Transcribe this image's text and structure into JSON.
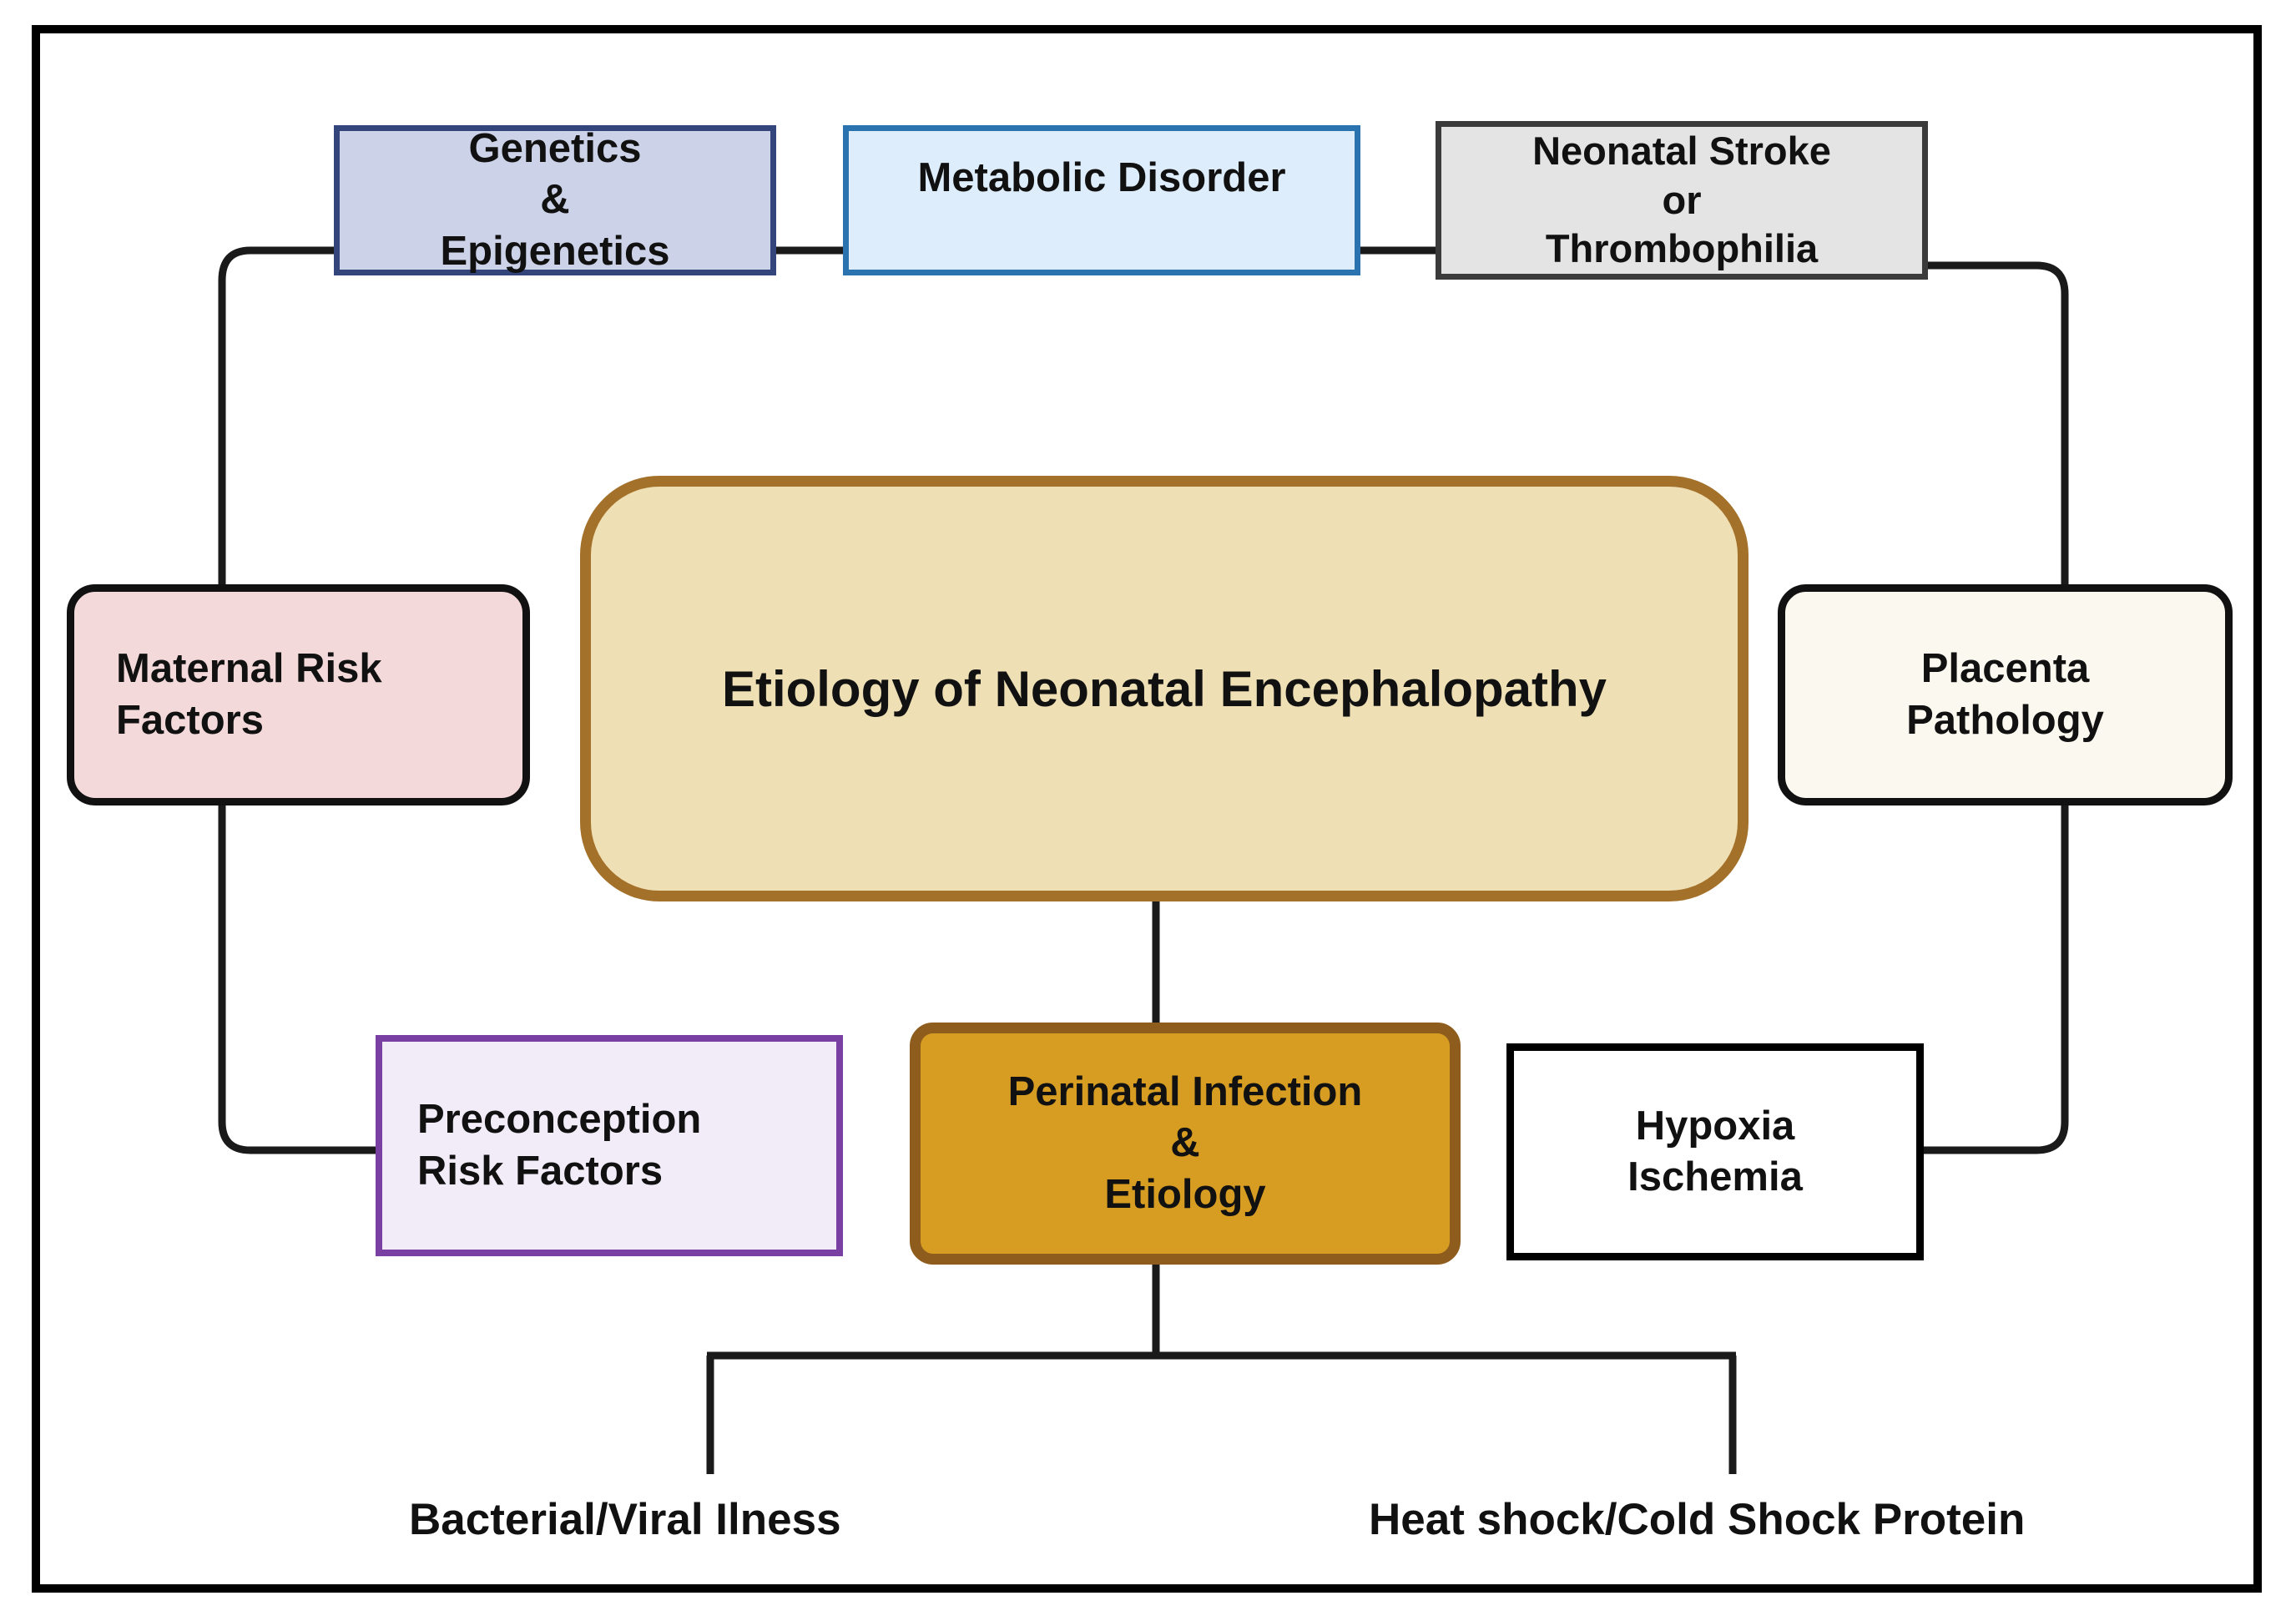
{
  "figure": {
    "title": "Etiology of Neonatal Encephalopathy",
    "type": "concept-map",
    "frame_color": "#000000",
    "background": "#ffffff"
  },
  "nodes": {
    "genetics": {
      "lines": [
        "Genetics",
        "&",
        "Epigenetics"
      ],
      "fill": "#ccd2e8",
      "border": "#33457a",
      "shape": "rectangle"
    },
    "metabolic": {
      "lines": [
        "Metabolic Disorder"
      ],
      "fill": "#ddedfb",
      "border": "#2a73ae",
      "shape": "rectangle"
    },
    "stroke": {
      "lines": [
        "Neonatal Stroke",
        "or",
        "Thrombophilia"
      ],
      "fill": "#e4e4e4",
      "border": "#3b3b3b",
      "shape": "rectangle"
    },
    "central": {
      "lines": [
        "Etiology of Neonatal Encephalopathy"
      ],
      "fill": "#eedfb4",
      "border": "#a4712a",
      "shape": "rounded-rectangle"
    },
    "maternal": {
      "lines": [
        "Maternal Risk",
        "Factors"
      ],
      "fill": "#f3d9da",
      "border": "#111111",
      "shape": "rounded-rectangle"
    },
    "placenta": {
      "lines": [
        "Placenta",
        "Pathology"
      ],
      "fill": "#fbf9ef",
      "border": "#111111",
      "shape": "rounded-rectangle"
    },
    "preconception": {
      "lines": [
        "Preconception",
        "Risk Factors"
      ],
      "fill": "#f2ecf9",
      "border": "#7a3fa3",
      "shape": "rectangle"
    },
    "perinatal": {
      "lines": [
        "Perinatal Infection",
        "&",
        "Etiology"
      ],
      "fill": "#d79c22",
      "border": "#8e5c1c",
      "shape": "rounded-rectangle"
    },
    "hypoxia": {
      "lines": [
        "Hypoxia",
        "Ischemia"
      ],
      "fill": "#ffffff",
      "border": "#000000",
      "shape": "rectangle"
    }
  },
  "leaf_labels": {
    "bacterial": "Bacterial/Viral Ilness",
    "heatshock": "Heat shock/Cold Shock Protein"
  },
  "connectors": {
    "color": "#1a1a1a",
    "edges": [
      "genetics-metabolic",
      "metabolic-stroke",
      "genetics-left-rail-maternal-preconception",
      "stroke-right-rail-placenta-hypoxia",
      "central-perinatal",
      "perinatal-bacterial",
      "perinatal-heatshock"
    ]
  }
}
